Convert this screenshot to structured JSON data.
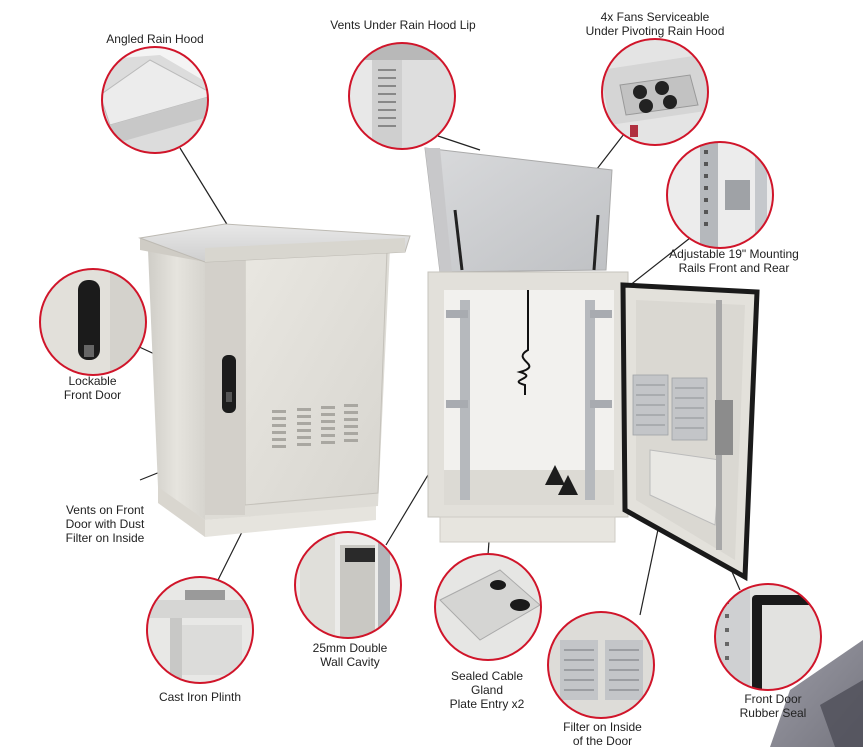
{
  "labels": {
    "angled_rain_hood": "Angled Rain Hood",
    "vents_under_hood_lip": "Vents Under Rain Hood Lip",
    "fans_line1": "4x Fans Serviceable",
    "fans_line2": "Under Pivoting Rain Hood",
    "rails_line1": "Adjustable 19\" Mounting",
    "rails_line2": "Rails Front and Rear",
    "lockable_line1": "Lockable",
    "lockable_line2": "Front Door",
    "vents_front_line1": "Vents on Front",
    "vents_front_line2": "Door with Dust",
    "vents_front_line3": "Filter on Inside",
    "double_wall_line1": "25mm Double",
    "double_wall_line2": "Wall Cavity",
    "gland_line1": "Sealed Cable",
    "gland_line2": "Gland",
    "gland_line3": "Plate Entry x2",
    "cast_iron_plinth": "Cast Iron Plinth",
    "filter_door_line1": "Filter on Inside",
    "filter_door_line2": "of the Door",
    "rubber_seal_line1": "Front Door",
    "rubber_seal_line2": "Rubber Seal"
  },
  "colors": {
    "callout_ring": "#d0152a",
    "cabinet_body": "#e4e2dc",
    "cabinet_shadow": "#c9c6bf",
    "rack_steel": "#b9bcc0",
    "seal": "#1a1a1a",
    "accent_gray": "#6e6e78"
  },
  "icons": {
    "cabinet_closed": "outdoor-cabinet-closed",
    "cabinet_open": "outdoor-cabinet-open",
    "callout": "magnifier-circle"
  }
}
